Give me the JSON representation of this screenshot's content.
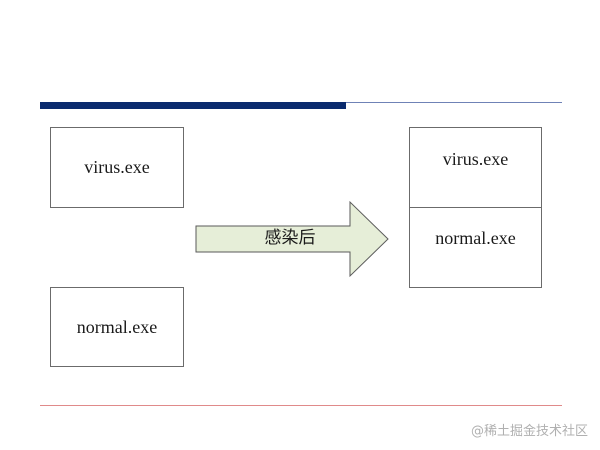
{
  "diagram": {
    "before": {
      "virus_label": "virus.exe",
      "normal_label": "normal.exe"
    },
    "arrow_label": "感染后",
    "after": {
      "virus_label": "virus.exe",
      "normal_label": "normal.exe"
    }
  },
  "colors": {
    "header_bar": "#0a2a6e",
    "header_line": "#6f82b6",
    "arrow_fill": "#e6eed8",
    "footer_line": "#e08a8a"
  },
  "watermark": "@稀土掘金技术社区"
}
